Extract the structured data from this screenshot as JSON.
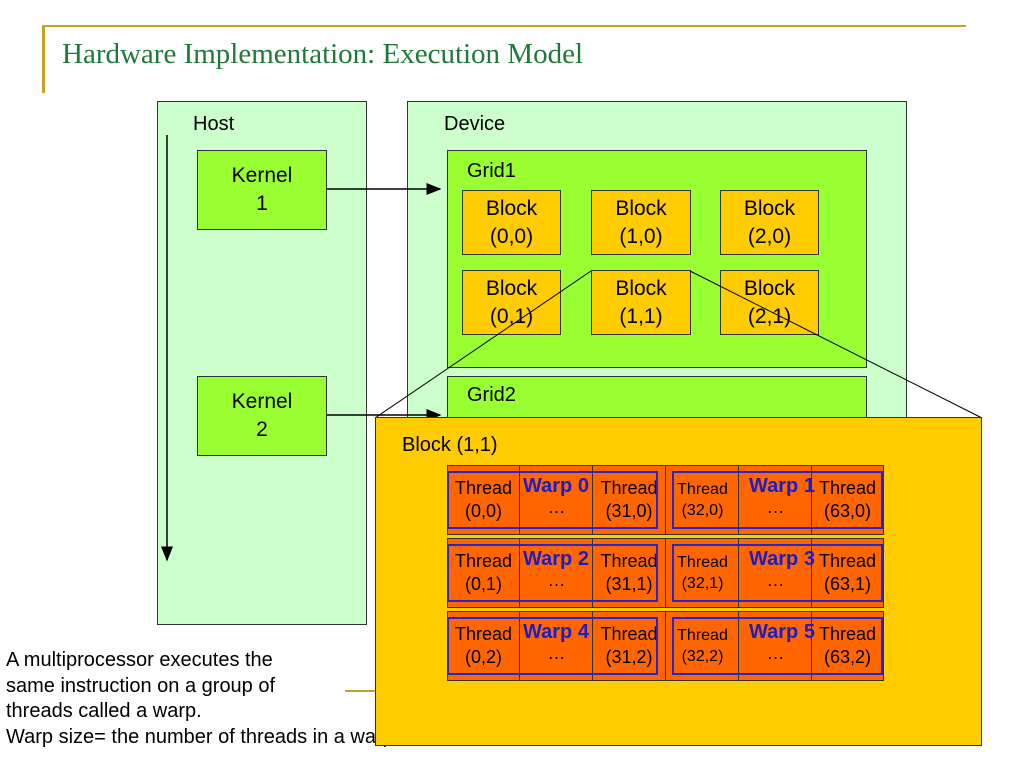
{
  "title": "Hardware Implementation: Execution Model",
  "host": {
    "label": "Host",
    "kernel1": [
      "Kernel",
      "1"
    ],
    "kernel2": [
      "Kernel",
      "2"
    ]
  },
  "device": {
    "label": "Device",
    "grid1": {
      "label": "Grid1",
      "blocks": [
        [
          "Block",
          "(0,0)"
        ],
        [
          "Block",
          "(1,0)"
        ],
        [
          "Block",
          "(2,0)"
        ],
        [
          "Block",
          "(0,1)"
        ],
        [
          "Block",
          "(1,1)"
        ],
        [
          "Block",
          "(2,1)"
        ]
      ]
    },
    "grid2": {
      "label": "Grid2"
    }
  },
  "block_detail": {
    "label": "Block (1,1)",
    "thread_word": "Thread",
    "ellipsis": "…",
    "rows": [
      {
        "ids": [
          "(0,0)",
          "(31,0)",
          "(32,0)",
          "(63,0)"
        ],
        "warps": [
          "Warp 0",
          "Warp 1"
        ]
      },
      {
        "ids": [
          "(0,1)",
          "(31,1)",
          "(32,1)",
          "(63,1)"
        ],
        "warps": [
          "Warp 2",
          "Warp 3"
        ]
      },
      {
        "ids": [
          "(0,2)",
          "(31,2)",
          "(32,2)",
          "(63,2)"
        ],
        "warps": [
          "Warp 4",
          "Warp 5"
        ]
      }
    ]
  },
  "note": [
    "A multiprocessor executes the",
    "same instruction on a group of",
    "threads called a warp.",
    "Warp size= the number of threads in a warp"
  ],
  "colors": {
    "title": "#1f7a3a",
    "accent_line": "#c8a028",
    "panel_bg": "#ccffcc",
    "grid_bg": "#99ff33",
    "block_bg": "#ffcc00",
    "thread_bg": "#ff6600",
    "warp_text": "#1c1cc8"
  }
}
